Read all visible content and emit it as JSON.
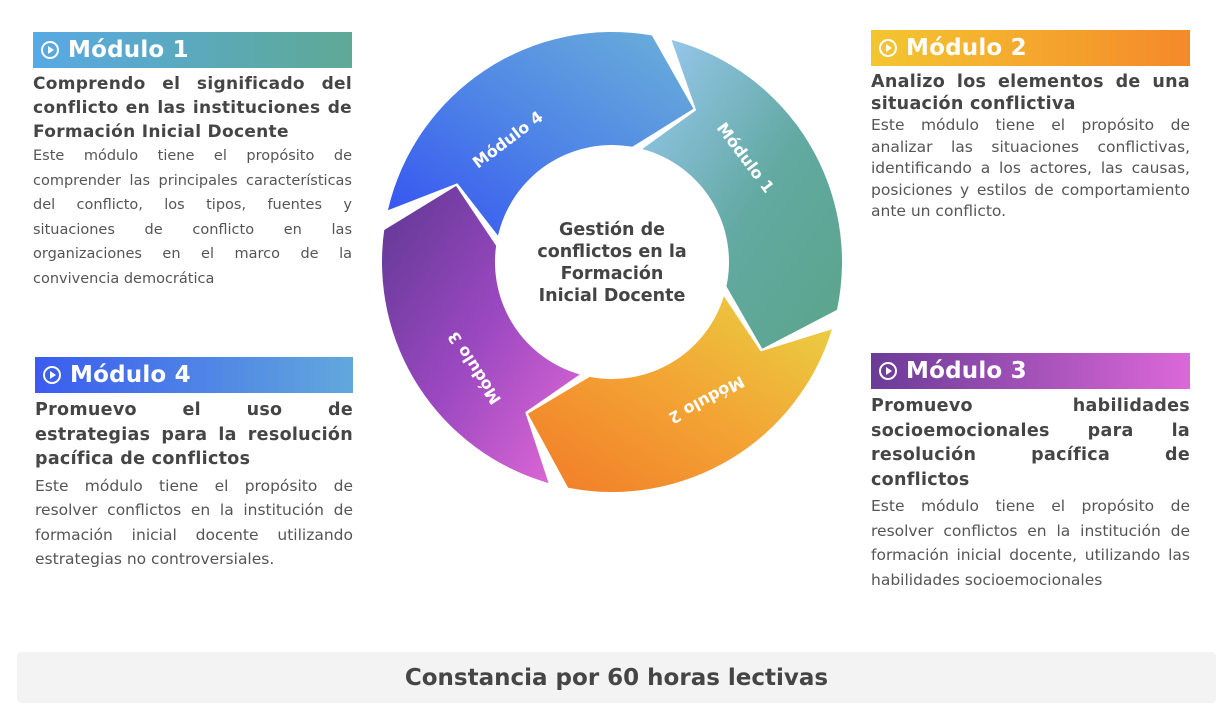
{
  "wheel": {
    "center_lines": [
      "Gestión de",
      "conflictos en la",
      "Formación",
      "Inicial Docente"
    ],
    "segments": [
      {
        "label": "Módulo 1"
      },
      {
        "label": "Módulo 2"
      },
      {
        "label": "Módulo 3"
      },
      {
        "label": "Módulo 4"
      }
    ]
  },
  "modules": {
    "m1": {
      "title": "Módulo 1",
      "subtitle": "Comprendo el significado del conflicto en las instituciones de Formación Inicial Docente",
      "description": "Este módulo tiene el propósito de comprender las principales características del conflicto, los tipos, fuentes y situaciones de conflicto en las organizaciones en el marco de la convivencia democrática"
    },
    "m2": {
      "title": "Módulo 2",
      "subtitle": "Analizo los elementos de una situación conflictiva",
      "description": "Este módulo tiene el propósito de analizar las situaciones conflictivas, identificando a los actores, las causas, posiciones y estilos de comportamiento ante un conflicto."
    },
    "m3": {
      "title": "Módulo 3",
      "subtitle": "Promuevo habilidades socioemocionales para la resolución pacífica de conflictos",
      "description": "Este módulo tiene el propósito de resolver conflictos en la institución de formación inicial docente, utilizando las habilidades socioemocionales"
    },
    "m4": {
      "title": "Módulo 4",
      "subtitle": "Promuevo el uso de estrategias para la resolución pacífica de conflictos",
      "description": "Este módulo tiene el propósito de resolver conflictos en la institución de formación inicial docente utilizando estrategias no controversiales."
    }
  },
  "footer": {
    "text": "Constancia por 60 horas lectivas"
  },
  "colors": {
    "m1": [
      "#5aa9e0",
      "#5fa992"
    ],
    "m2": [
      "#f2c330",
      "#f38a2a"
    ],
    "m3": [
      "#6a3c9a",
      "#dc68d6"
    ],
    "m4": [
      "#3a5ef0",
      "#63a7da"
    ]
  }
}
